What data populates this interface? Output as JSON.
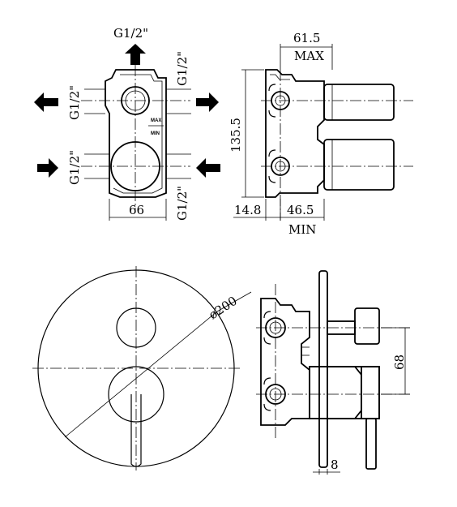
{
  "top_left_view": {
    "label_top": "G1/2\"",
    "label_left_upper": "G1/2\"",
    "label_left_lower": "G1/2\"",
    "label_right_upper": "G1/2\"",
    "label_right_lower": "G1/2\"",
    "label_max": "MAX",
    "label_min": "MIN",
    "dim_width": "66"
  },
  "top_right_view": {
    "dim_depth": "61.5",
    "dim_depth_note": "MAX",
    "dim_height": "135.5",
    "dim_wall": "14.8",
    "dim_min_depth": "46.5",
    "dim_min_note": "MIN"
  },
  "bottom_left_view": {
    "dim_diameter": "ø200"
  },
  "bottom_right_view": {
    "dim_spacing": "68",
    "dim_plate": "8"
  }
}
